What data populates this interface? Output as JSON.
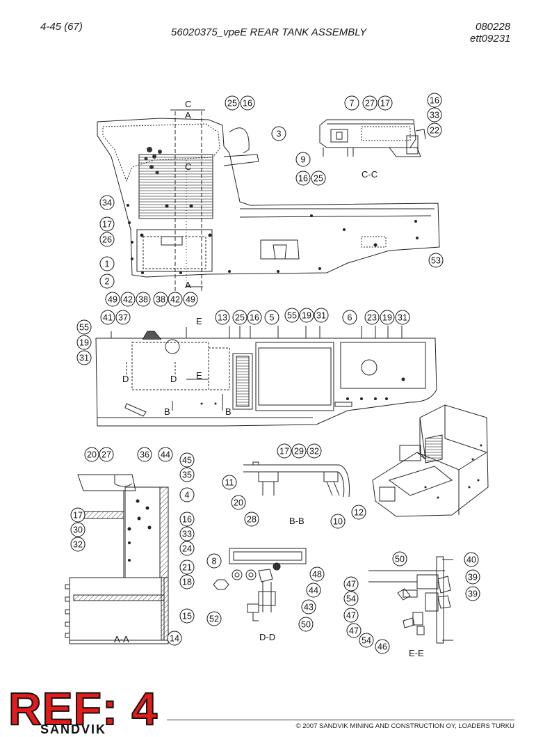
{
  "header": {
    "page_ref": "4-45 (67)",
    "title": "56020375_vpeE REAR TANK ASSEMBLY",
    "date_code": "080228",
    "doc_code": "ett09231"
  },
  "views": {
    "main_top": {
      "section_marks": [
        "C",
        "C",
        "A",
        "A"
      ]
    },
    "cc": {
      "label": "C-C"
    },
    "side": {
      "section_marks": [
        "E",
        "E",
        "D",
        "D",
        "B",
        "B"
      ]
    },
    "aa": {
      "label": "A-A"
    },
    "bb": {
      "label": "B-B"
    },
    "dd": {
      "label": "D-D"
    },
    "ee": {
      "label": "E-E"
    }
  },
  "callouts": {
    "main_top": [
      "25",
      "16",
      "3",
      "34",
      "17",
      "26",
      "1",
      "2"
    ],
    "cc": [
      "7",
      "27",
      "17",
      "16",
      "33",
      "22",
      "9",
      "16",
      "25",
      "53"
    ],
    "side": [
      "49",
      "42",
      "38",
      "38",
      "42",
      "49",
      "41",
      "37",
      "13",
      "25",
      "16",
      "5",
      "55",
      "19",
      "31",
      "6",
      "23",
      "19",
      "31",
      "55",
      "19",
      "31"
    ],
    "aa": [
      "20",
      "27",
      "36",
      "44",
      "45",
      "35",
      "4",
      "17",
      "30",
      "32",
      "16",
      "33",
      "24",
      "21",
      "18",
      "15",
      "14"
    ],
    "bb": [
      "17",
      "29",
      "32",
      "11",
      "20",
      "28",
      "10",
      "12"
    ],
    "dd": [
      "8",
      "48",
      "44",
      "43",
      "52",
      "50"
    ],
    "ee": [
      "50",
      "40",
      "39",
      "47",
      "54",
      "39",
      "47",
      "47",
      "54",
      "46"
    ]
  },
  "ref_label": "REF: 4",
  "footer": {
    "copyright": "© 2007 SANDVIK MINING AND CONSTRUCTION OY, LOADERS TURKU",
    "brand": "SANDVIK"
  }
}
